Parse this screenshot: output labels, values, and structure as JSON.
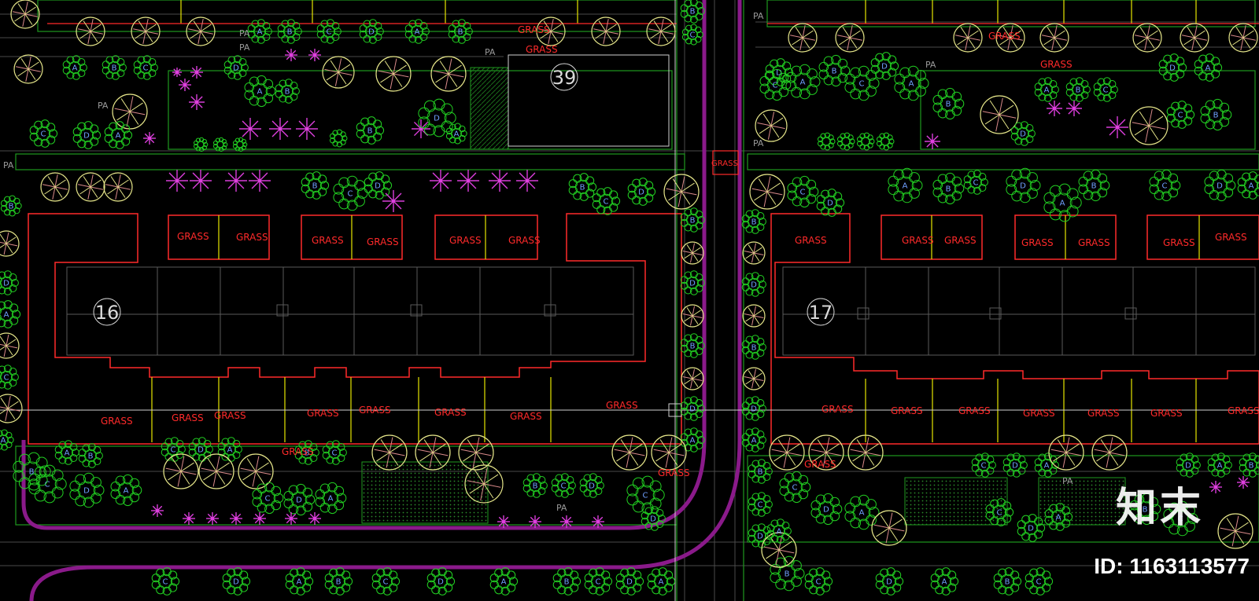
{
  "drawing": {
    "buildings": [
      {
        "id": "building-16",
        "label": "16"
      },
      {
        "id": "building-17",
        "label": "17"
      },
      {
        "id": "building-39",
        "label": "39"
      }
    ],
    "zone_label_grass": "GRASS",
    "zone_label_pa": "PA",
    "tree_symbols": [
      "A",
      "B",
      "C",
      "D"
    ],
    "colors": {
      "background": "#000000",
      "building_outline": "#ff2a2a",
      "grass_label": "#ff2a2a",
      "tree_green": "#22d022",
      "tree_yellow": "#e6e68a",
      "tree_magenta": "#e040e0",
      "path_purple": "#8a1a8a",
      "divider_yellow": "#e6e600",
      "wall_gray": "#5a5a5a",
      "paving_green": "#1a6a1a",
      "tree_label_blue": "#6fa0ff"
    }
  },
  "watermark": {
    "logo": "知末",
    "id_text": "ID: 1163113577"
  }
}
